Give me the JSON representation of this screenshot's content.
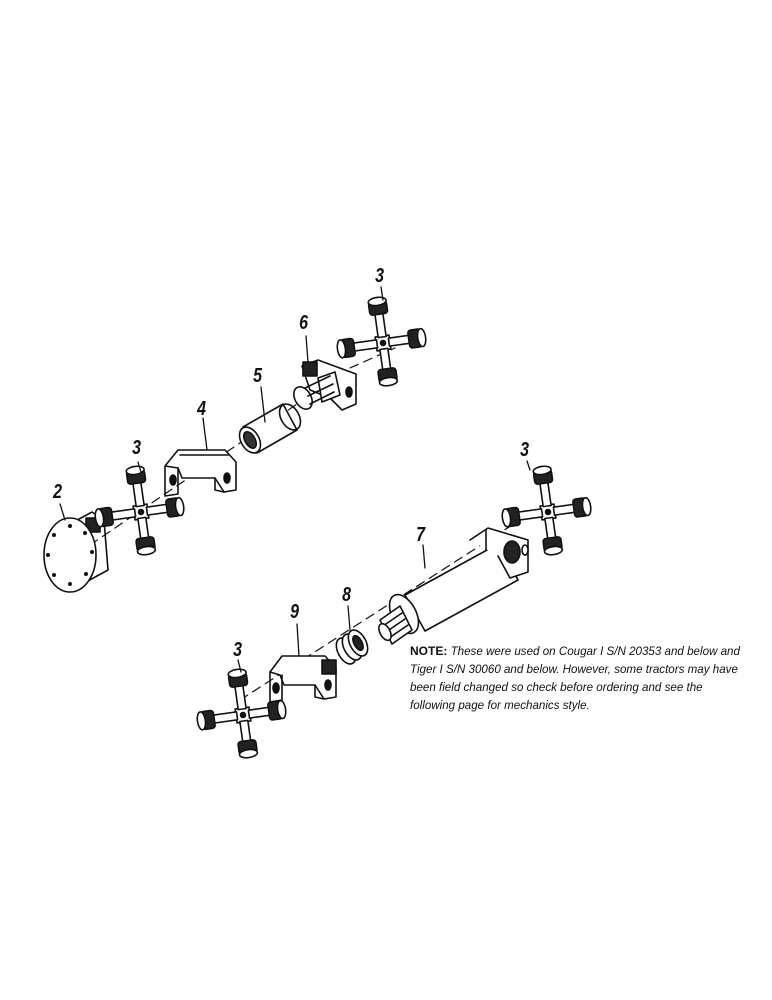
{
  "callouts": {
    "c3_top": "3",
    "c6": "6",
    "c5": "5",
    "c4": "4",
    "c3_left": "3",
    "c2": "2",
    "c3_right": "3",
    "c7": "7",
    "c8": "8",
    "c9": "9",
    "c3_bottom": "3"
  },
  "note": {
    "label": "NOTE:",
    "text": " These were used on Cougar I S/N 20353 and below and Tiger I S/N 30060 and below. However, some tractors may have been field changed so check before ordering and see the following page for mechanics style."
  },
  "colors": {
    "ink": "#111111",
    "paper": "#ffffff"
  },
  "parts": [
    "flange-plate",
    "universal-joint-cross",
    "yoke",
    "sleeve",
    "splined-yoke",
    "driveshaft-tube",
    "seal-rings",
    "splined-yoke-lower"
  ]
}
